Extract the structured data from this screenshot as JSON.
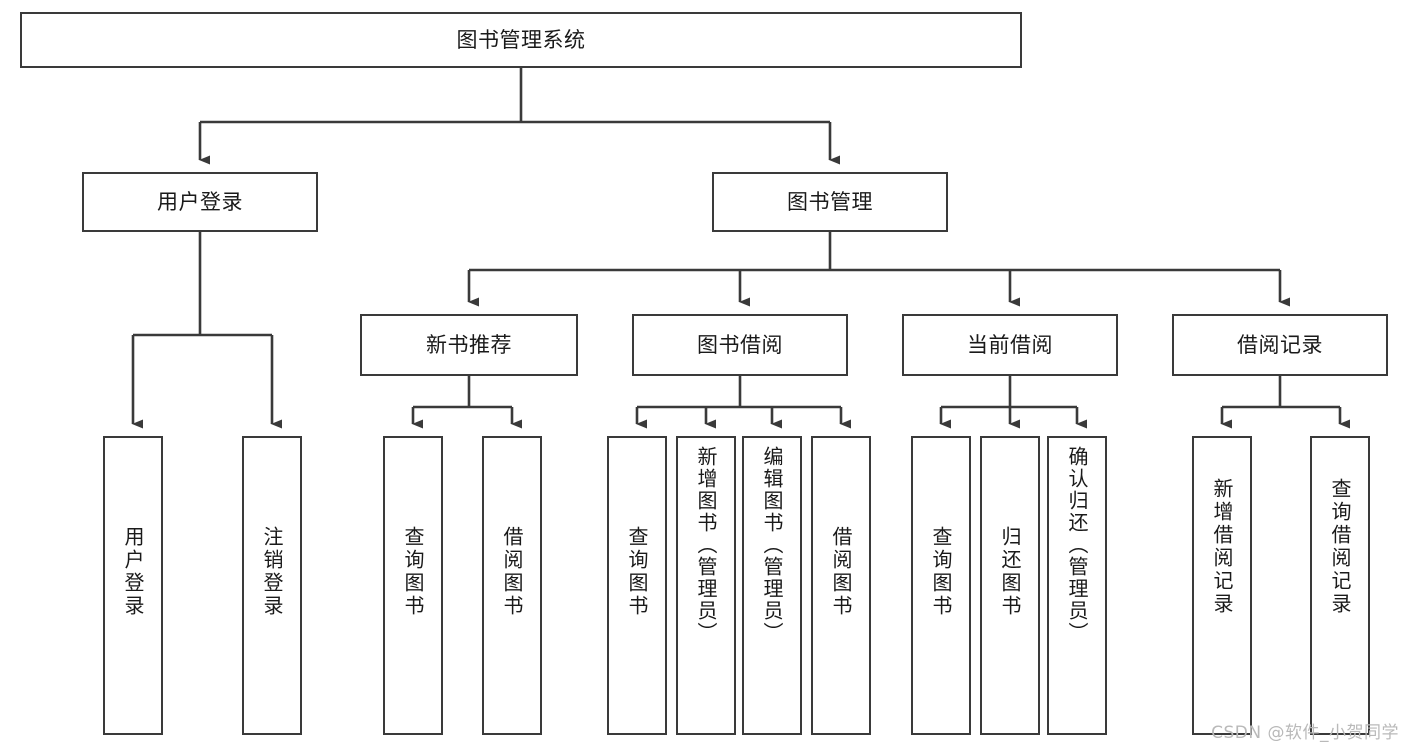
{
  "diagram": {
    "title": "图书管理系统",
    "type": "tree-hierarchy-chart",
    "line_color": "#3a3a3a",
    "box_fill": "#ffffff",
    "text_color": "#1a1a1a",
    "background": "#ffffff"
  },
  "root": {
    "label": "图书管理系统"
  },
  "level2": [
    {
      "label": "用户登录"
    },
    {
      "label": "图书管理"
    }
  ],
  "level3": [
    {
      "label": "新书推荐"
    },
    {
      "label": "图书借阅"
    },
    {
      "label": "当前借阅"
    },
    {
      "label": "借阅记录"
    }
  ],
  "leaves": {
    "user_login": [
      {
        "label": "用户登录"
      },
      {
        "label": "注销登录"
      }
    ],
    "new_book_recommend": [
      {
        "label": "查询图书"
      },
      {
        "label": "借阅图书"
      }
    ],
    "book_borrow": [
      {
        "label": "查询图书"
      },
      {
        "label": "新增图书（管理员）"
      },
      {
        "label": "编辑图书（管理员）"
      },
      {
        "label": "借阅图书"
      }
    ],
    "current_borrow": [
      {
        "label": "查询图书"
      },
      {
        "label": "归还图书"
      },
      {
        "label": "确认归还（管理员）"
      }
    ],
    "borrow_record": [
      {
        "label": "新增借阅记录"
      },
      {
        "label": "查询借阅记录"
      }
    ]
  },
  "watermark": {
    "text": "CSDN @软件_小贺同学"
  }
}
